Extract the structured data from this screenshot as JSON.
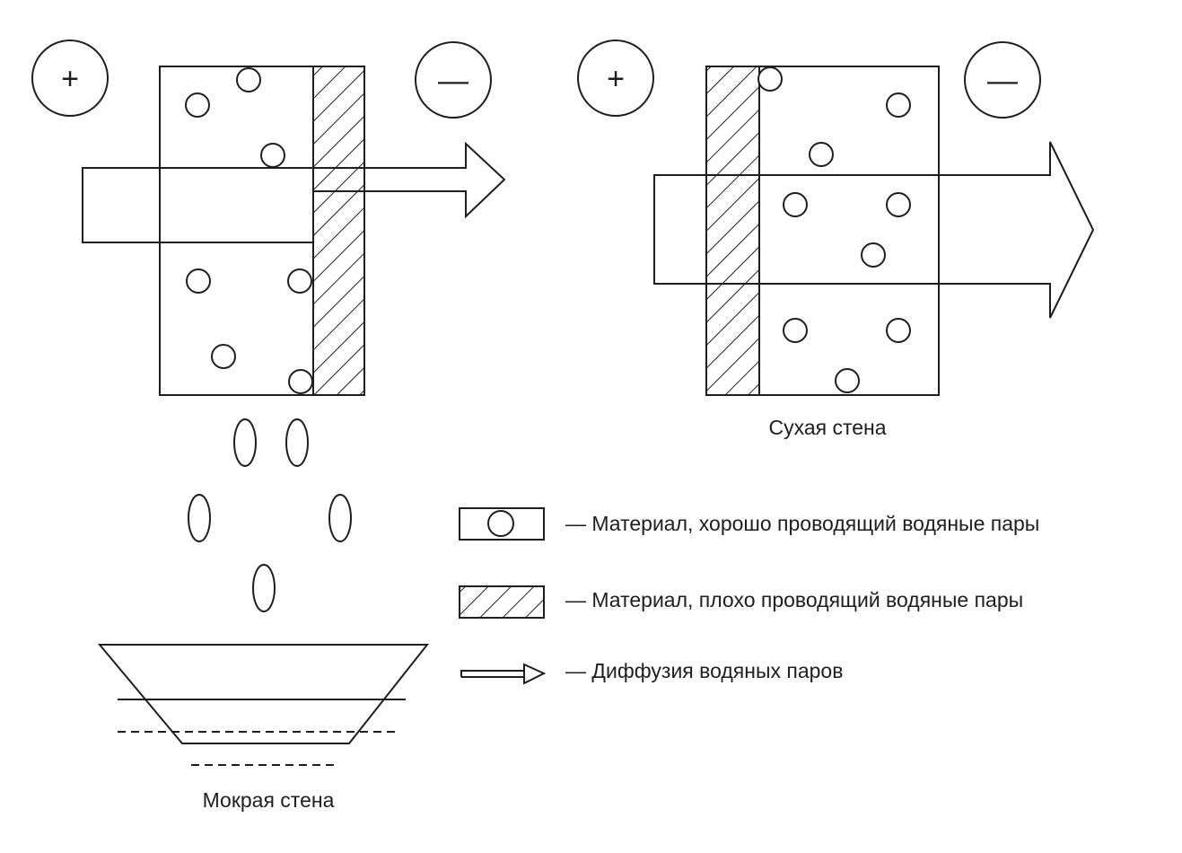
{
  "signs": {
    "plus": "+",
    "minus": "—"
  },
  "captions": {
    "dry_wall": "Сухая стена",
    "wet_wall": "Мокрая стена"
  },
  "legend": {
    "good_material": "— Материал, хорошо проводящий водяные пары",
    "poor_material": "— Материал, плохо проводящий водяные пары",
    "diffusion": "— Диффузия водяных паров"
  },
  "colors": {
    "ink": "#1e1e1e",
    "background": "#ffffff"
  }
}
